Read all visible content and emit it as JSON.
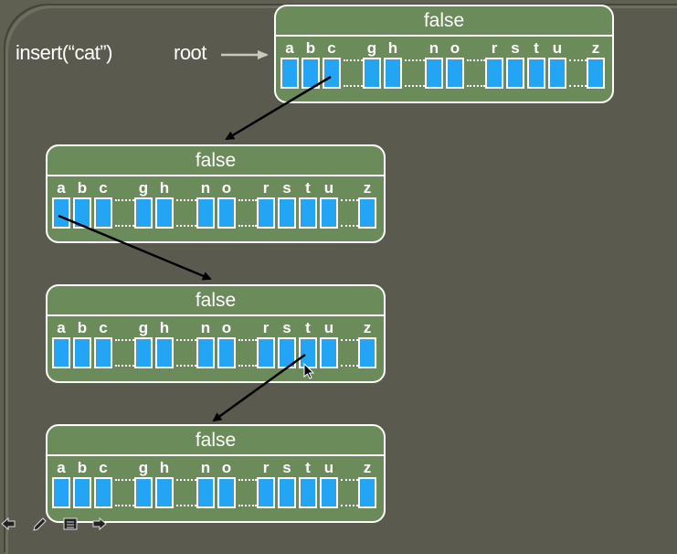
{
  "caption": {
    "operation": "insert(“cat”)",
    "root_label": "root"
  },
  "nodes": [
    {
      "id": "root",
      "flag": "false",
      "highlight_letter": "c"
    },
    {
      "id": "node-c",
      "flag": "false",
      "highlight_letter": "a"
    },
    {
      "id": "node-ca",
      "flag": "false",
      "highlight_letter": "t"
    },
    {
      "id": "node-cat",
      "flag": "false",
      "highlight_letter": ""
    }
  ],
  "alphabet_groups": [
    [
      "a",
      "b",
      "c"
    ],
    [
      "g",
      "h"
    ],
    [
      "n",
      "o"
    ],
    [
      "r",
      "s",
      "t",
      "u"
    ],
    [
      "z"
    ]
  ],
  "colors": {
    "node_fill": "#6b8b5b",
    "cell_fill": "#23a5f3",
    "arrow": "#000000",
    "root_arrow": "#c9c9c0",
    "background": "#5a5b4e"
  },
  "nav_icons": [
    "back-arrow-icon",
    "pen-icon",
    "menu-icon",
    "forward-arrow-icon"
  ]
}
